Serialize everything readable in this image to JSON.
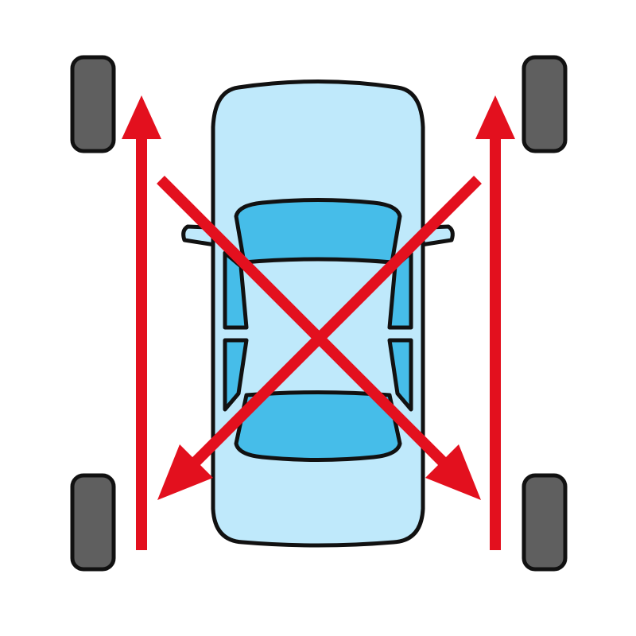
{
  "diagram": {
    "colors": {
      "background": "#ffffff",
      "outline": "#111111",
      "car_body": "#bfe9fb",
      "car_glass": "#46bde9",
      "tire": "#5f5f5f",
      "arrow": "#e3101e"
    },
    "car": {
      "icon": "car-top-view-icon"
    },
    "tires": [
      "front-left",
      "front-right",
      "rear-left",
      "rear-right"
    ],
    "arrows": [
      {
        "id": "left-straight",
        "direction": "rear-to-front"
      },
      {
        "id": "right-straight",
        "direction": "rear-to-front"
      },
      {
        "id": "front-right-to-rear-left",
        "direction": "diagonal"
      },
      {
        "id": "front-left-to-rear-right",
        "direction": "diagonal"
      }
    ]
  }
}
